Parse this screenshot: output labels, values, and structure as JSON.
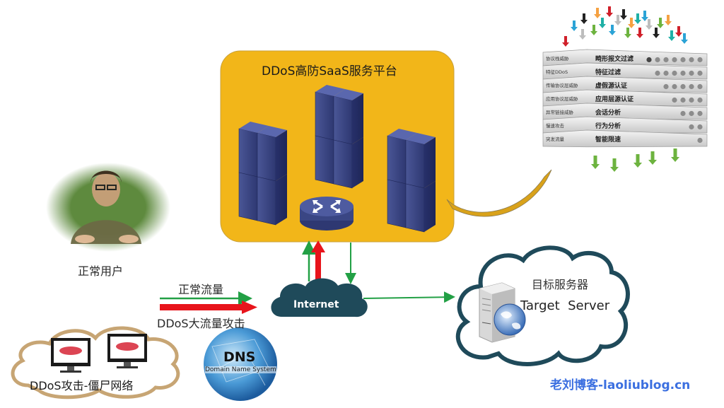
{
  "platform": {
    "title": "DDoS高防SaaS服务平台",
    "fill_color": "#F2B619",
    "server_color": "#3E4A8A",
    "router_color": "#3E4A8A"
  },
  "filter_stack": {
    "left_labels": [
      "协议栈威胁",
      "特征DDoS",
      "传输协议层威胁",
      "应用协议层威胁",
      "异常链接威胁",
      "慢速攻击",
      "突发流量"
    ],
    "right_labels": [
      "畸形报文过滤",
      "特征过滤",
      "虚假源认证",
      "应用层源认证",
      "会话分析",
      "行为分析",
      "智能限速"
    ],
    "incoming_arrow_colors": [
      "#D0202A",
      "#2BA3D6",
      "#BDBDBD",
      "#222222",
      "#6DB33F",
      "#F5A142",
      "#1FB0A6"
    ],
    "outgoing_arrow_color": "#6DB33F"
  },
  "normal_user": {
    "label": "正常用户"
  },
  "traffic": {
    "normal_label": "正常流量",
    "attack_label": "DDoS大流量攻击",
    "normal_color": "#22A045",
    "attack_color": "#E8141B"
  },
  "internet": {
    "label": "Internet",
    "color": "#1F4A5A"
  },
  "dns": {
    "title": "DNS",
    "subtitle": "Domain Name System"
  },
  "botnet": {
    "label": "DDoS攻击-僵尸网络",
    "cloud_color": "#C7A574"
  },
  "target": {
    "label_cn": "目标服务器",
    "label_en": "Target  Server",
    "cloud_color": "#1F4A5A"
  },
  "watermark": {
    "text": "老刘博客-laoliublog.cn",
    "color": "#3B6FE0"
  }
}
